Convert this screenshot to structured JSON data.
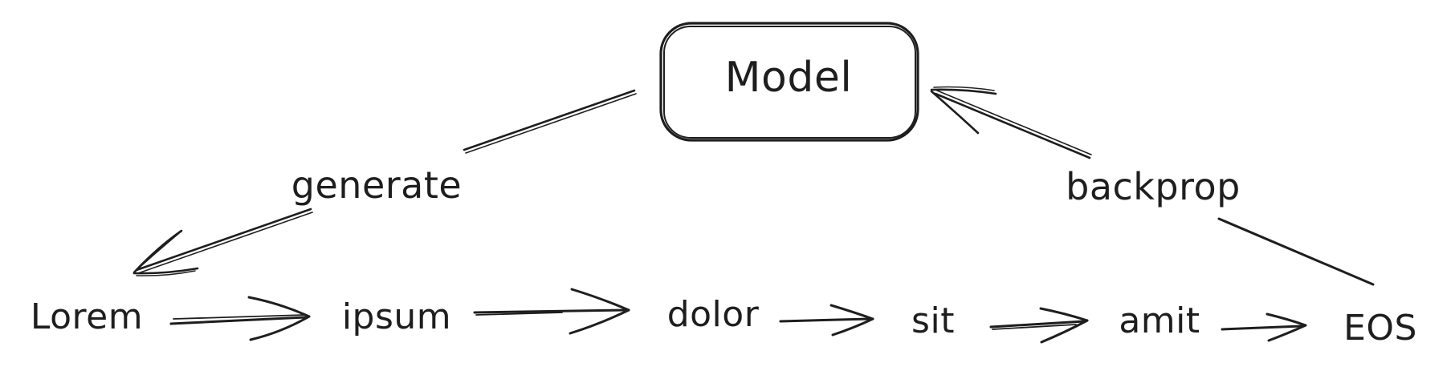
{
  "diagram": {
    "model_node": {
      "label": "Model"
    },
    "edges": {
      "generate": {
        "label": "generate"
      },
      "backprop": {
        "label": "backprop"
      }
    },
    "sequence": {
      "tokens": [
        "Lorem",
        "ipsum",
        "dolor",
        "sit",
        "amit",
        "EOS"
      ]
    },
    "colors": {
      "stroke": "#1e1e1e",
      "background": "#ffffff"
    }
  }
}
